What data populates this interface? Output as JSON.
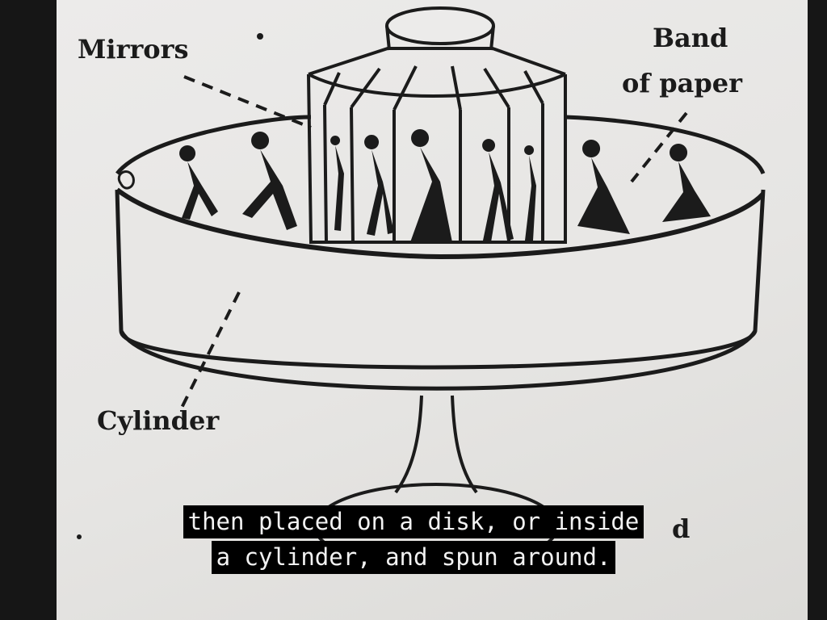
{
  "diagram": {
    "labels": {
      "mirrors": "Mirrors",
      "band_line1": "Band",
      "band_line2": "of paper",
      "cylinder": "Cylinder",
      "partial_letter": "d"
    }
  },
  "captions": {
    "line1": "then placed on a disk, or inside",
    "line2": "a cylinder, and spun around."
  },
  "colors": {
    "ink": "#1b1b1b",
    "paper": "#ecebea",
    "caption_background": "#000000",
    "caption_text": "#f2f2f2"
  }
}
